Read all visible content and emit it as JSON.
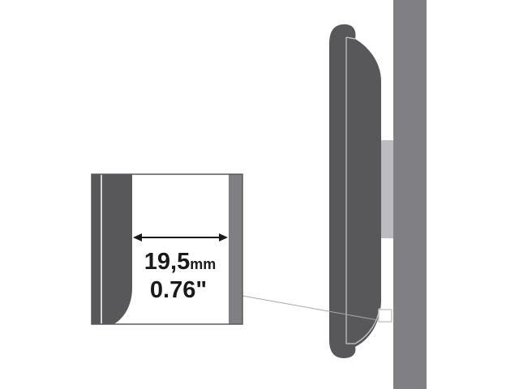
{
  "measurement": {
    "metric_value": "19,5",
    "metric_unit": "mm",
    "imperial": "0.76\""
  },
  "colors": {
    "tv_body": "#58585a",
    "wall": "#808084",
    "bracket": "#bcbcc0",
    "outline": "#c8c8cc"
  }
}
